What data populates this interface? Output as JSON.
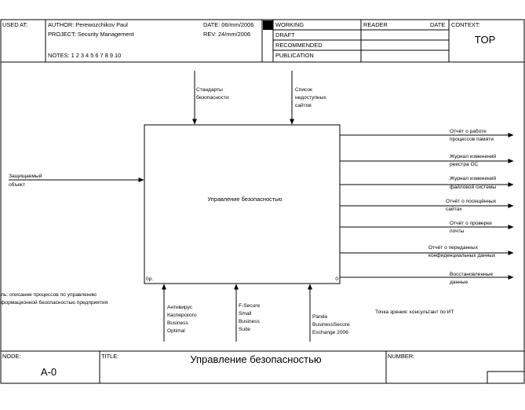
{
  "header": {
    "used_at_label": "USED AT:",
    "author": "AUTHOR: Perewozchikov Paul",
    "project": "PROJECT: Security Management",
    "date": "DATE: 06/mm/2006",
    "rev": "REV:  24/mm/2006",
    "notes": "NOTES: 1  2  3  4  5  6  7  8  9  10",
    "status": [
      "WORKING",
      "DRAFT",
      "RECOMMENDED",
      "PUBLICATION"
    ],
    "current_status": "WORKING",
    "reader_label": "READER",
    "reader_date_label": "DATE",
    "context_label": "CONTEXT:",
    "context_value": "TOP"
  },
  "diagram": {
    "activity": {
      "name": "Управление безопасностью",
      "cost": "0р.",
      "number": "0"
    },
    "controls": [
      [
        "Стандарты",
        "безопасности"
      ],
      [
        "Список",
        "недоступных",
        "сайтов"
      ]
    ],
    "inputs": [
      [
        "Защищаемый",
        "объект"
      ]
    ],
    "outputs": [
      [
        "Отчёт о работе",
        "процессов памяти"
      ],
      [
        "Журнал изменений",
        "реестра ОС"
      ],
      [
        "Журнал изменений",
        "файловой системы"
      ],
      [
        "Отчёт о посещённых",
        "сайтах"
      ],
      [
        "Отчёт о проверке",
        "почты"
      ],
      [
        "Отчёт о переданных",
        "конфиденциальных данных"
      ],
      [
        "Восстановленные",
        "данные"
      ]
    ],
    "mechanisms": [
      [
        "Антивирус",
        "Касперского",
        "Business",
        "Optimal"
      ],
      [
        "F-Secure",
        "Small",
        "Business",
        "Suite"
      ],
      [
        "Panda",
        "BusinessSecure",
        "Exchange 2006"
      ]
    ],
    "purpose": [
      "ль: описание процессов по управлению",
      "формационной безопасностью предприятия"
    ],
    "viewpoint": "Точка зрения: консультант по ИТ"
  },
  "footer": {
    "node_label": "NODE:",
    "node_value": "А-0",
    "title_label": "TITLE:",
    "title_value": "Управление безопасностью",
    "number_label": "NUMBER:"
  }
}
